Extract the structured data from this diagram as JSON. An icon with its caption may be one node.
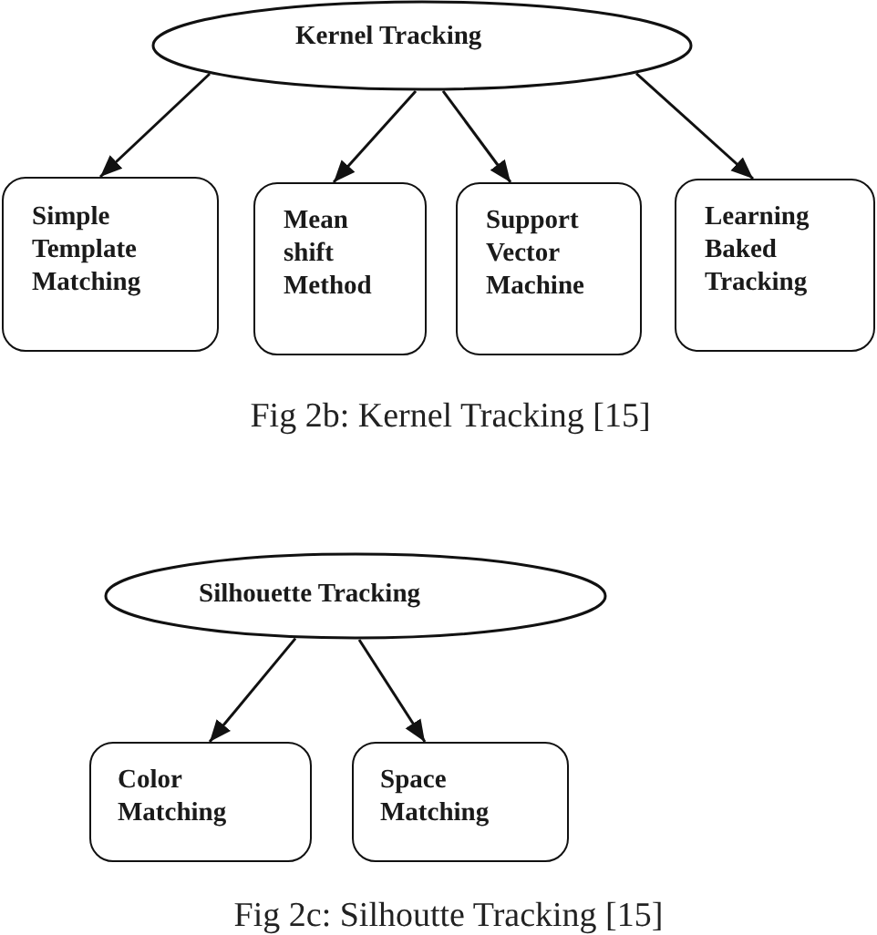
{
  "diagram": {
    "nodes": [
      {
        "text": [
          "Kernel Tracking"
        ]
      },
      {
        "text": [
          "Simple Template Matching"
        ]
      },
      {
        "text": [
          "Mean shift Method"
        ]
      },
      {
        "text": [
          "Support Vector Machine"
        ]
      },
      {
        "text": [
          "Learning Baked Tracking"
        ]
      },
      {
        "text": [
          "Silhouette Tracking"
        ]
      },
      {
        "text": [
          "Color Matching"
        ]
      },
      {
        "text": [
          "Space Matching"
        ]
      }
    ],
    "edges": [
      {
        "from": 0,
        "to": 1,
        "arrow": "to"
      },
      {
        "from": 0,
        "to": 2,
        "arrow": "to"
      },
      {
        "from": 0,
        "to": 3,
        "arrow": "to"
      },
      {
        "from": 0,
        "to": 4,
        "arrow": "to"
      },
      {
        "from": 5,
        "to": 6,
        "arrow": "to"
      },
      {
        "from": 5,
        "to": 7,
        "arrow": "to"
      }
    ],
    "labels": [
      "Fig 2b: Kernel Tracking [15]",
      "Fig 2c: Silhoutte Tracking [15]"
    ]
  }
}
